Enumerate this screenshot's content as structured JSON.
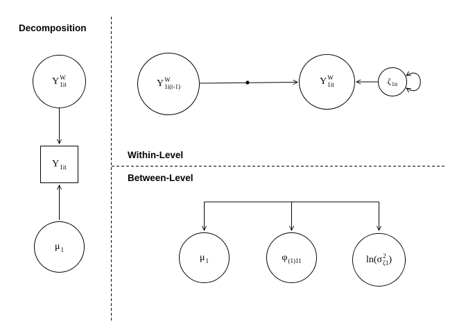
{
  "headings": {
    "decomposition": "Decomposition",
    "within_level": "Within-Level",
    "between_level": "Between-Level"
  },
  "nodes": {
    "y_within_decomp": {
      "base": "Y",
      "sup": "W",
      "sub": "1it"
    },
    "y_observed": {
      "base": "Y",
      "sub": "1it"
    },
    "mu_decomp": {
      "base": "μ",
      "sub": "1"
    },
    "y_within_lag": {
      "base": "Y",
      "sup": "W",
      "sub": "1i(t-1)"
    },
    "y_within": {
      "base": "Y",
      "sup": "W",
      "sub": "1it"
    },
    "zeta_residual": {
      "base": "ζ",
      "sub": "1it"
    },
    "mu_between": {
      "base": "μ",
      "sub": "1"
    },
    "phi_between": {
      "base": "φ",
      "sub": "(1)11"
    },
    "ln_sigma_between": {
      "base": "ln(σ",
      "sup": "2",
      "sub": "ζ1",
      "tail": ")"
    }
  },
  "colors": {
    "line": "#000000",
    "background": "#ffffff"
  }
}
